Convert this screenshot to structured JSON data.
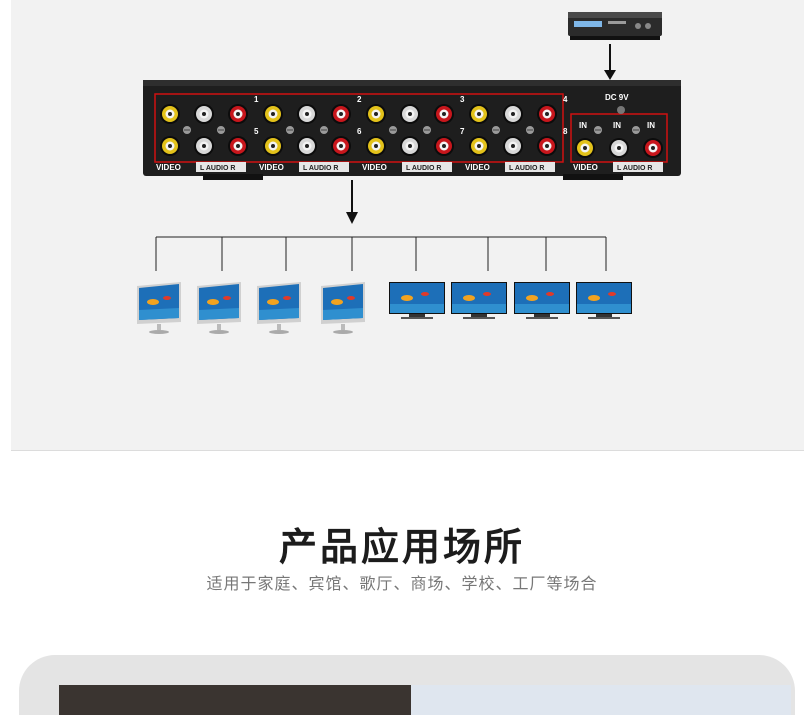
{
  "splitter": {
    "channel_numbers": [
      "1",
      "2",
      "3",
      "4",
      "5",
      "6",
      "7",
      "8"
    ],
    "output_labels": {
      "video": "VIDEO",
      "audio": "L  AUDIO  R"
    },
    "input_labels": {
      "in": "IN",
      "power": "DC 9V",
      "video": "VIDEO",
      "audio": "L  AUDIO  R"
    }
  },
  "outputs": {
    "monitor_types": [
      "desktop-monitor",
      "desktop-monitor",
      "desktop-monitor",
      "desktop-monitor",
      "tv",
      "tv",
      "tv",
      "tv"
    ]
  },
  "section": {
    "title": "产品应用场所",
    "subtitle": "适用于家庭、宾馆、歌厅、商场、学校、工厂等场合"
  },
  "colors": {
    "video_jack": "#e3c21a",
    "audio_left_jack": "#d8d8d8",
    "audio_right_jack": "#c8161c",
    "highlight_box": "#d01010"
  }
}
